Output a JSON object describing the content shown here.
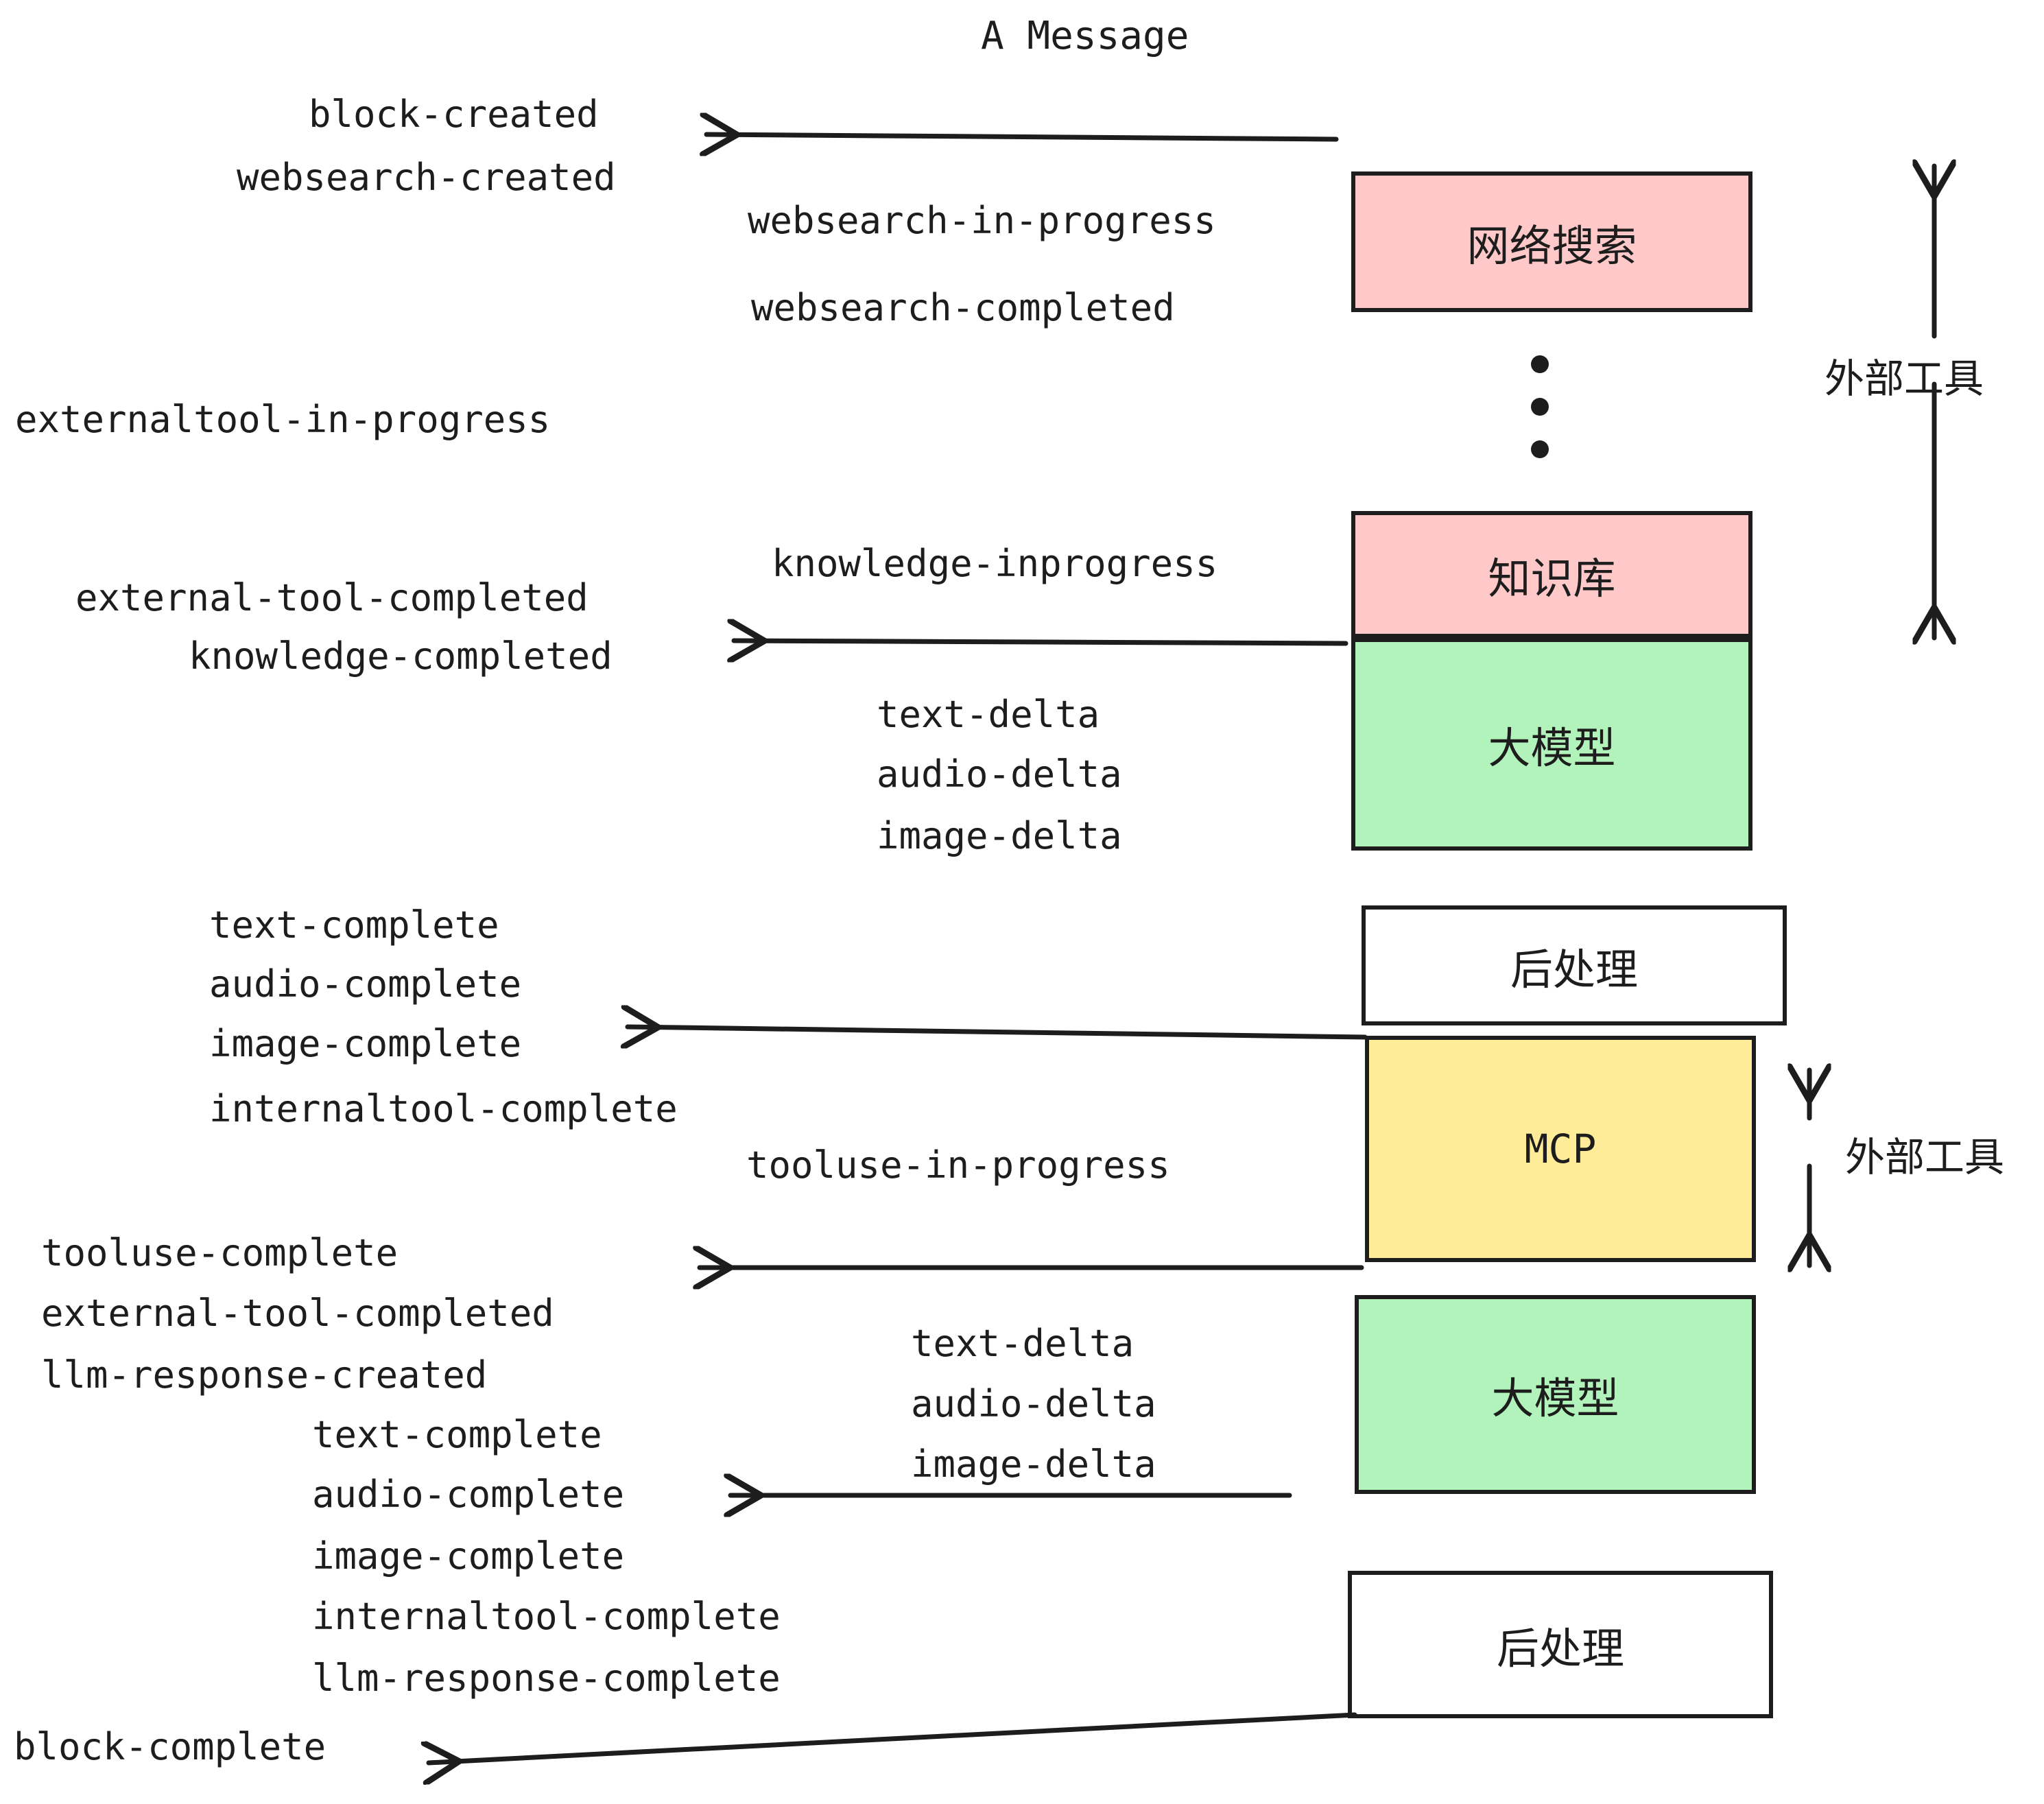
{
  "title": "A Message",
  "colors": {
    "pink": "#ffc9c9",
    "green": "#b2f2bb",
    "yellow": "#ffec99",
    "white": "#ffffff",
    "stroke": "#1d1d1d"
  },
  "nodes": [
    {
      "id": "websearch",
      "label": "网络搜索",
      "fill": "#ffc9c9"
    },
    {
      "id": "knowledgebase",
      "label": "知识库",
      "fill": "#ffc9c9"
    },
    {
      "id": "llm-1",
      "label": "大模型",
      "fill": "#b2f2bb"
    },
    {
      "id": "postprocess-1",
      "label": "后处理",
      "fill": "#ffffff"
    },
    {
      "id": "mcp",
      "label": "MCP",
      "fill": "#ffec99"
    },
    {
      "id": "llm-2",
      "label": "大模型",
      "fill": "#b2f2bb"
    },
    {
      "id": "postprocess-2",
      "label": "后处理",
      "fill": "#ffffff"
    }
  ],
  "side_labels": [
    {
      "id": "external-tools-top",
      "label": "外部工具"
    },
    {
      "id": "external-tools-bottom",
      "label": "外部工具"
    }
  ],
  "events": [
    {
      "id": "block-created",
      "text": "block-created"
    },
    {
      "id": "websearch-created",
      "text": "websearch-created"
    },
    {
      "id": "websearch-in-progress",
      "text": "websearch-in-progress"
    },
    {
      "id": "websearch-completed",
      "text": "websearch-completed"
    },
    {
      "id": "externaltool-in-progress",
      "text": "externaltool-in-progress"
    },
    {
      "id": "knowledge-inprogress",
      "text": "knowledge-inprogress"
    },
    {
      "id": "external-tool-completed-1",
      "text": "external-tool-completed"
    },
    {
      "id": "knowledge-completed",
      "text": "knowledge-completed"
    },
    {
      "id": "text-delta-1",
      "text": "text-delta"
    },
    {
      "id": "audio-delta-1",
      "text": "audio-delta"
    },
    {
      "id": "image-delta-1",
      "text": "image-delta"
    },
    {
      "id": "text-complete-1",
      "text": "text-complete"
    },
    {
      "id": "audio-complete-1",
      "text": "audio-complete"
    },
    {
      "id": "image-complete-1",
      "text": "image-complete"
    },
    {
      "id": "internaltool-complete-1",
      "text": "internaltool-complete"
    },
    {
      "id": "tooluse-in-progress",
      "text": "tooluse-in-progress"
    },
    {
      "id": "tooluse-complete",
      "text": "tooluse-complete"
    },
    {
      "id": "external-tool-completed-2",
      "text": "external-tool-completed"
    },
    {
      "id": "llm-response-created",
      "text": "llm-response-created"
    },
    {
      "id": "text-delta-2",
      "text": "text-delta"
    },
    {
      "id": "audio-delta-2",
      "text": "audio-delta"
    },
    {
      "id": "image-delta-2",
      "text": "image-delta"
    },
    {
      "id": "text-complete-2",
      "text": "text-complete"
    },
    {
      "id": "audio-complete-2",
      "text": "audio-complete"
    },
    {
      "id": "image-complete-2",
      "text": "image-complete"
    },
    {
      "id": "internaltool-complete-2",
      "text": "internaltool-complete"
    },
    {
      "id": "llm-response-complete",
      "text": "llm-response-complete"
    },
    {
      "id": "block-complete",
      "text": "block-complete"
    }
  ]
}
